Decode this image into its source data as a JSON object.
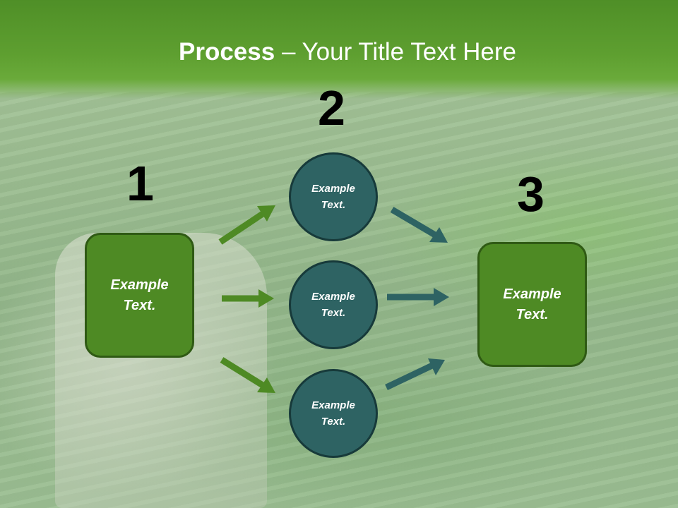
{
  "title": {
    "bold": "Process",
    "rest": " – Your Title Text Here"
  },
  "steps": {
    "one": "1",
    "two": "2",
    "three": "3"
  },
  "left_box": {
    "label": "Example\nText."
  },
  "right_box": {
    "label": "Example\nText."
  },
  "circles": [
    {
      "label": "Example\nText."
    },
    {
      "label": "Example\nText."
    },
    {
      "label": "Example\nText."
    }
  ],
  "colors": {
    "green_box": "#4e8a24",
    "teal_circle": "#2e6363",
    "green_arrow": "#4e8a24",
    "teal_arrow": "#2e6363",
    "header": "#5e9f30"
  }
}
